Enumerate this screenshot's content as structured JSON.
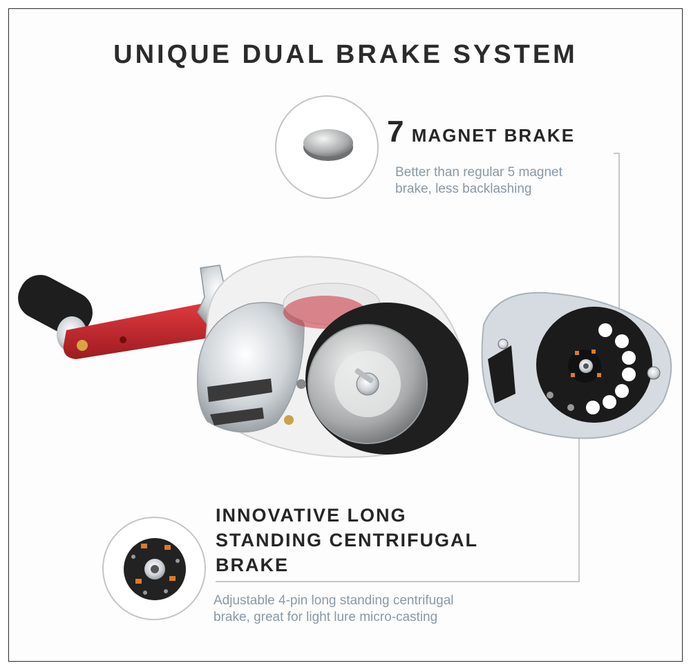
{
  "title": "UNIQUE DUAL BRAKE SYSTEM",
  "magnet_brake": {
    "number": "7",
    "heading": "MAGNET BRAKE",
    "description_line1": "Better than regular 5 magnet",
    "description_line2": "brake, less backlashing"
  },
  "centrifugal_brake": {
    "heading_line1": "INNOVATIVE LONG",
    "heading_line2": "STANDING CENTRIFUGAL",
    "heading_line3": "BRAKE",
    "description_line1": "Adjustable 4-pin long standing centrifugal",
    "description_line2": "brake, great for light lure micro-casting"
  },
  "colors": {
    "handle_red": "#c8252b",
    "knob_black": "#1e1e1e",
    "body_white": "#f1f1f1",
    "chrome": "#bcc2c6",
    "callout_line": "#b5b5b5",
    "description_text": "#8a98a4",
    "pin_orange": "#e07a22"
  }
}
